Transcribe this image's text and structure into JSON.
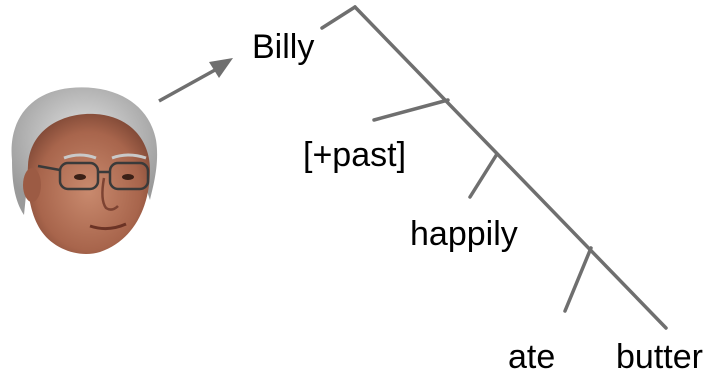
{
  "diagram": {
    "words": {
      "billy": "Billy",
      "past": "[+past]",
      "happily": "happily",
      "ate": "ate",
      "butter": "butter"
    },
    "colors": {
      "branch": "#6f6f6f",
      "text": "#000000",
      "background": "#ffffff"
    },
    "portrait": "portrait of a gray-haired man with glasses"
  }
}
